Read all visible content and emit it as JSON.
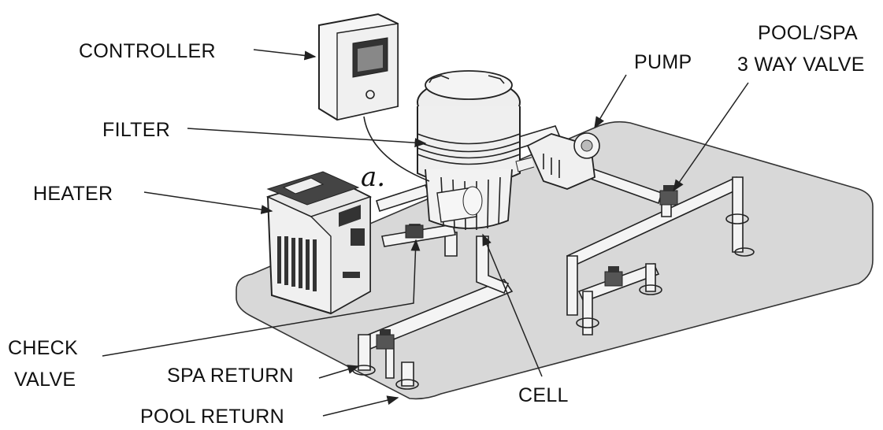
{
  "labels": {
    "controller": "CONTROLLER",
    "filter": "FILTER",
    "heater": "HEATER",
    "pump": "PUMP",
    "pool_spa_line1": "POOL/SPA",
    "pool_spa_line2": "3 WAY VALVE",
    "check_line1": "CHECK",
    "check_line2": "VALVE",
    "spa_return": "SPA RETURN",
    "pool_return": "POOL RETURN",
    "cell": "CELL",
    "annotation": "a."
  },
  "colors": {
    "pad": "#d8d8d8",
    "equipment": "#f2f2f2",
    "ink": "#222222"
  }
}
